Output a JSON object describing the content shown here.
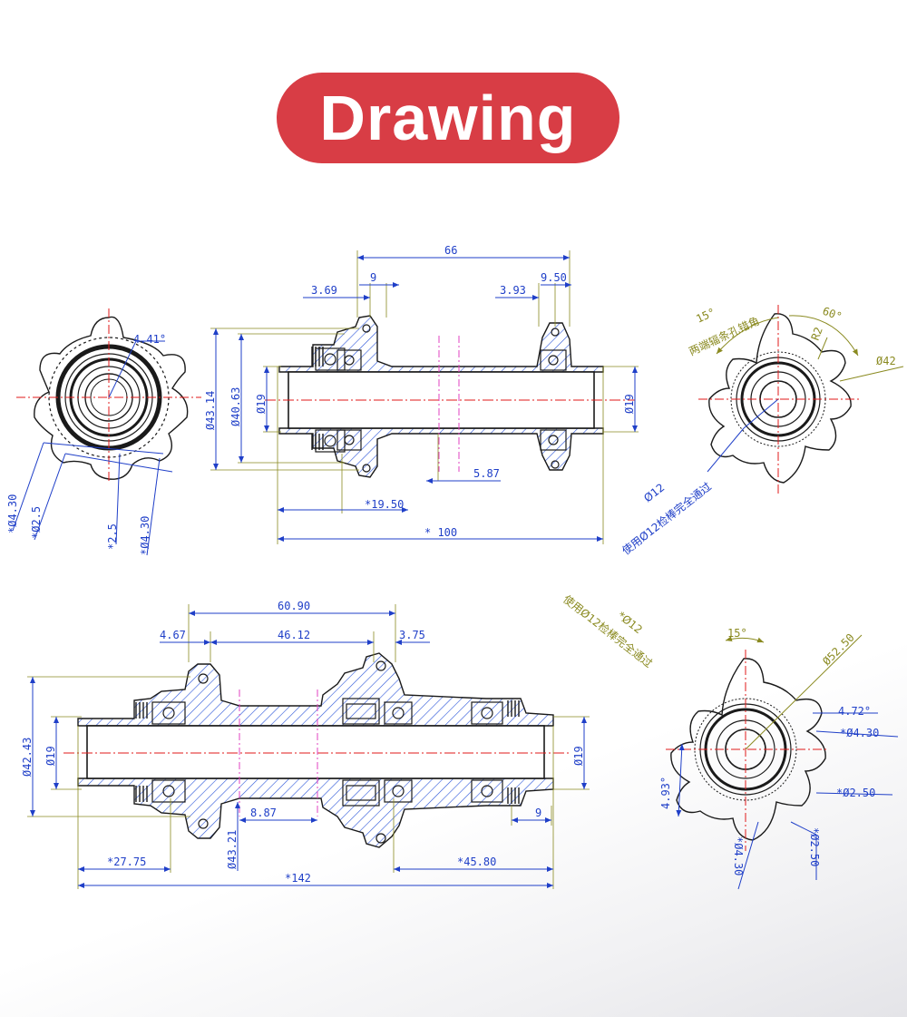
{
  "title": "Drawing",
  "colors": {
    "badge": "#d83d45",
    "outline": "#1a1a1a",
    "dimension": "#1f3fc8",
    "extension": "#8a8a20",
    "centerline": "#e01a1a",
    "pink": "#e040c0",
    "hatch": "#2b55d8",
    "note": "#8a8a20"
  },
  "views": {
    "front_hub_end": {
      "dims": [
        "4.41°",
        "*Ø4.30",
        "*Ø2.5",
        "*2.5",
        "*Ø4.30"
      ]
    },
    "front_hub_section": {
      "dims": [
        "66",
        "9",
        "9.50",
        "3.69",
        "3.93",
        "Ø43.14",
        "Ø40.63",
        "Ø19",
        "Ø19",
        "5.87",
        "*19.50",
        "* 100"
      ]
    },
    "front_hub_side": {
      "dims": [
        "15°",
        "60°",
        "R2",
        "Ø42"
      ],
      "notes": [
        "两端辐条孔错角",
        "Ø12",
        "使用Ø12检棒完全通过"
      ]
    },
    "rear_hub_section": {
      "dims": [
        "60.90",
        "4.67",
        "46.12",
        "3.75",
        "Ø42.43",
        "Ø19",
        "Ø19",
        "8.87",
        "Ø43.21",
        "9",
        "*27.75",
        "*45.80",
        "*142"
      ]
    },
    "rear_hub_side": {
      "dims": [
        "15°",
        "Ø52.50",
        "4.72°",
        "*Ø4.30",
        "4.93°",
        "*Ø2.50",
        "*Ø4.30",
        "*Ø2.50"
      ],
      "notes": [
        "使用Ø12检棒完全通过",
        "*Ø12"
      ]
    }
  }
}
